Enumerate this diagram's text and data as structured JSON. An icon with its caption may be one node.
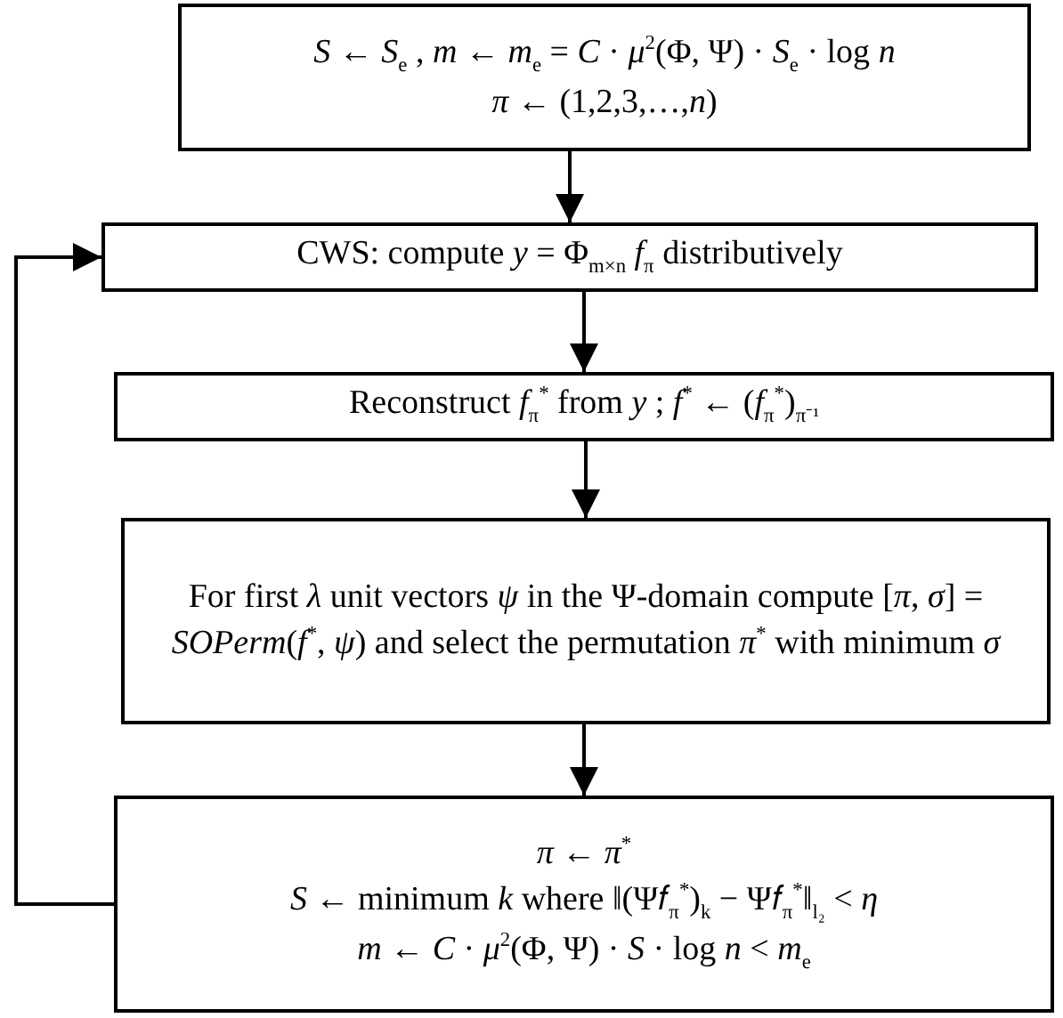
{
  "diagram": {
    "nodes": [
      {
        "text": [
          "*S* ← *S*$_{e}$ ,  *m* ← *m*$_{e}$ = *C* · *μ*$^{2}$(Φ, Ψ) · *S*$_{e}$ · log *n*",
          "*π* ← (1,2,3,…,*n*)"
        ]
      },
      {
        "text": [
          "CWS: compute *y* = Φ$_{m×n}$ *f*$_{π}$ distributively"
        ]
      },
      {
        "text": [
          "Reconstruct *f*$_{π}$$^{*}$ from *y* ; *f*$^{*}$ ← (*f*$_{π}$$^{*}$)$_{π⁻¹}$"
        ]
      },
      {
        "text": [
          "For first *λ* unit vectors *ψ* in the Ψ-domain compute [*π*, *σ*] = *SOPerm*(*f*$^{*}$, *ψ*) and select the permutation *π*$^{*}$ with minimum *σ*"
        ]
      },
      {
        "text": [
          "*π* ← *π*$^{*}$",
          "*S* ← minimum *k* where ‖(Ψ𝑓$_{π}$$^{*}$)$_{k}$ − Ψ𝑓$_{π}$$^{*}$‖$_{l₂}$ < *η*",
          "*m* ← *C* · *μ*$^{2}$(Φ, Ψ) · *S* · log *n*  <  *m*$_{e}$"
        ]
      }
    ],
    "edges": [
      {
        "from": 0,
        "to": 1,
        "arrow": "to"
      },
      {
        "from": 1,
        "to": 2,
        "arrow": "to"
      },
      {
        "from": 2,
        "to": 3,
        "arrow": "to"
      },
      {
        "from": 3,
        "to": 4,
        "arrow": "to"
      },
      {
        "from": 4,
        "to": 1,
        "arrow": "to"
      }
    ]
  }
}
